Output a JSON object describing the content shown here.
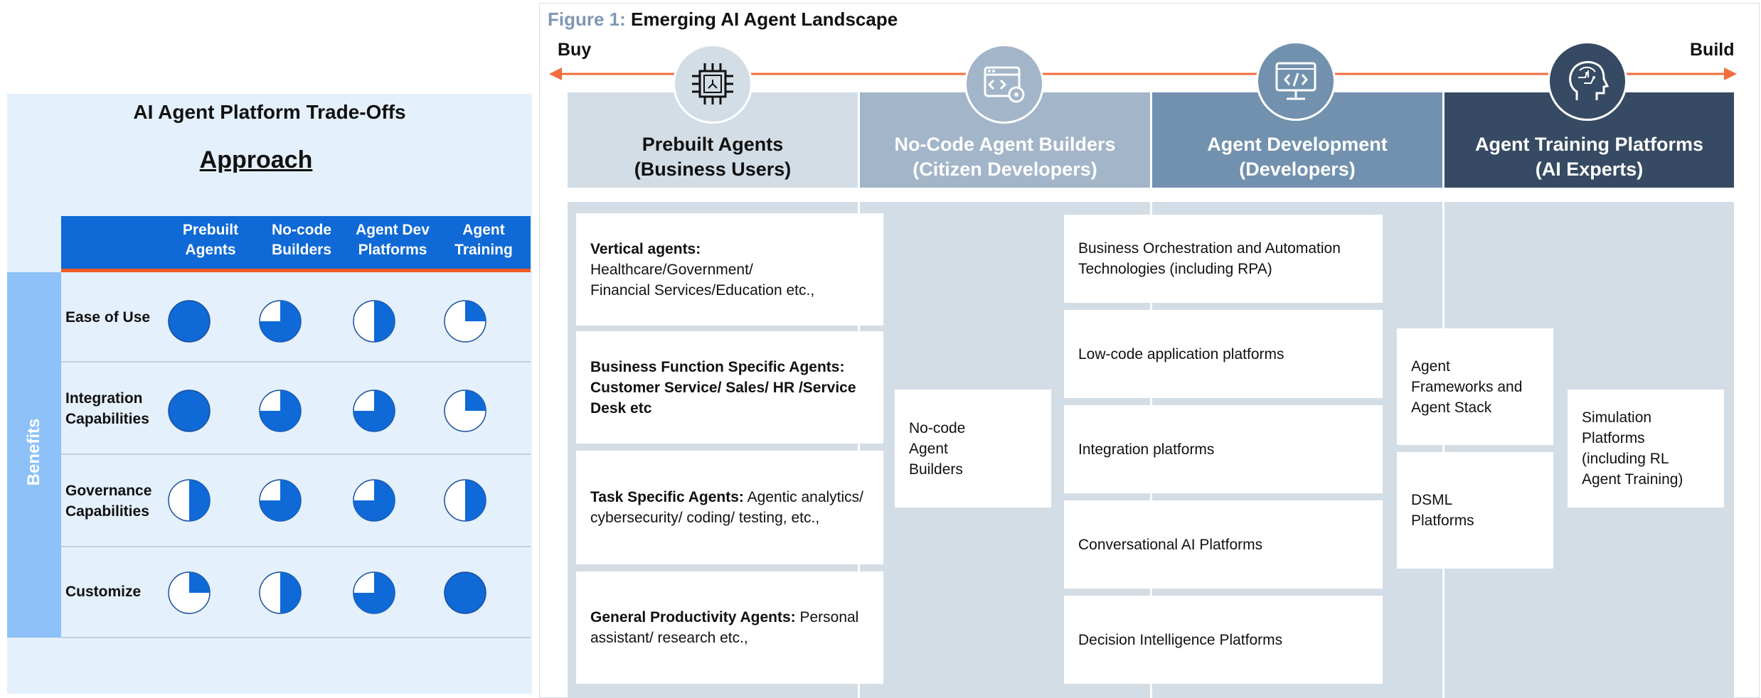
{
  "left": {
    "title": "AI Agent Platform Trade-Offs",
    "subtitle": "Approach",
    "columns": [
      {
        "line1": "Prebuilt",
        "line2": "Agents"
      },
      {
        "line1": "No-code",
        "line2": "Builders"
      },
      {
        "line1": "Agent Dev",
        "line2": "Platforms"
      },
      {
        "line1": "Agent",
        "line2": "Training"
      }
    ],
    "side_label": "Benefits",
    "rows": [
      {
        "line1": "Ease of Use",
        "line2": "",
        "levels": [
          1.0,
          0.75,
          0.5,
          0.25
        ]
      },
      {
        "line1": "Integration",
        "line2": "Capabilities",
        "levels": [
          1.0,
          0.75,
          0.75,
          0.25
        ]
      },
      {
        "line1": "Governance",
        "line2": "Capabilities",
        "levels": [
          0.5,
          0.75,
          0.75,
          0.5
        ]
      },
      {
        "line1": "Customize",
        "line2": "",
        "levels": [
          0.25,
          0.5,
          0.75,
          1.0
        ]
      }
    ],
    "colors": {
      "fill": "#0f69d6",
      "header": "#0f69d6",
      "accent": "#f15a24",
      "panel": "#e4f0fb",
      "side": "#8dc1f7"
    }
  },
  "figure": {
    "prefix": "Figure 1:",
    "title": "Emerging AI Agent Landscape",
    "buy": "Buy",
    "build": "Build",
    "lanes": [
      {
        "line1": "Prebuilt Agents",
        "line2": "(Business Users)",
        "icon": "chip-icon",
        "bg": "#d3dde6",
        "fg": "#111111"
      },
      {
        "line1": "No-Code Agent Builders",
        "line2": "(Citizen Developers)",
        "icon": "browser-gear-icon",
        "bg": "#a2b5c9",
        "fg": "#ffffff"
      },
      {
        "line1": "Agent Development",
        "line2": "(Developers)",
        "icon": "code-monitor-icon",
        "bg": "#7191ae",
        "fg": "#ffffff"
      },
      {
        "line1": "Agent Training Platforms",
        "line2": "(AI Experts)",
        "icon": "brain-head-icon",
        "bg": "#364a63",
        "fg": "#ffffff"
      }
    ],
    "prebuilt_cards": [
      {
        "bold": "Vertical agents:",
        "rest": "Healthcare/Government/",
        "rest2": "Financial Services/Education etc.,"
      },
      {
        "bold": "Business Function Specific Agents: Customer Service/ Sales/ HR /Service Desk etc",
        "rest": "",
        "rest2": ""
      },
      {
        "bold": "Task Specific Agents:",
        "rest": " Agentic analytics/",
        "rest2": "cybersecurity/ coding/ testing, etc.,"
      },
      {
        "bold": "General Productivity Agents:",
        "rest": " Personal",
        "rest2": "assistant/ research etc.,"
      }
    ],
    "nocode_card": {
      "l1": "No-code",
      "l2": "Agent",
      "l3": "Builders"
    },
    "dev_cards": [
      {
        "l1": "Business Orchestration and Automation",
        "l2": "Technologies (including RPA)"
      },
      {
        "l1": "Low-code application platforms",
        "l2": ""
      },
      {
        "l1": "Integration platforms",
        "l2": ""
      },
      {
        "l1": "Conversational AI Platforms",
        "l2": ""
      },
      {
        "l1": "Decision Intelligence Platforms",
        "l2": ""
      }
    ],
    "framework_cards": [
      {
        "l1": "Agent",
        "l2": "Frameworks and",
        "l3": "Agent Stack"
      },
      {
        "l1": "DSML",
        "l2": "Platforms",
        "l3": ""
      }
    ],
    "simulation_card": {
      "l1": "Simulation",
      "l2": "Platforms",
      "l3": "(including RL",
      "l4": "Agent Training)"
    },
    "colors": {
      "arrow": "#f26d3d",
      "lane_body": "#d3dde6",
      "title_prefix": "#7e98b4"
    }
  }
}
